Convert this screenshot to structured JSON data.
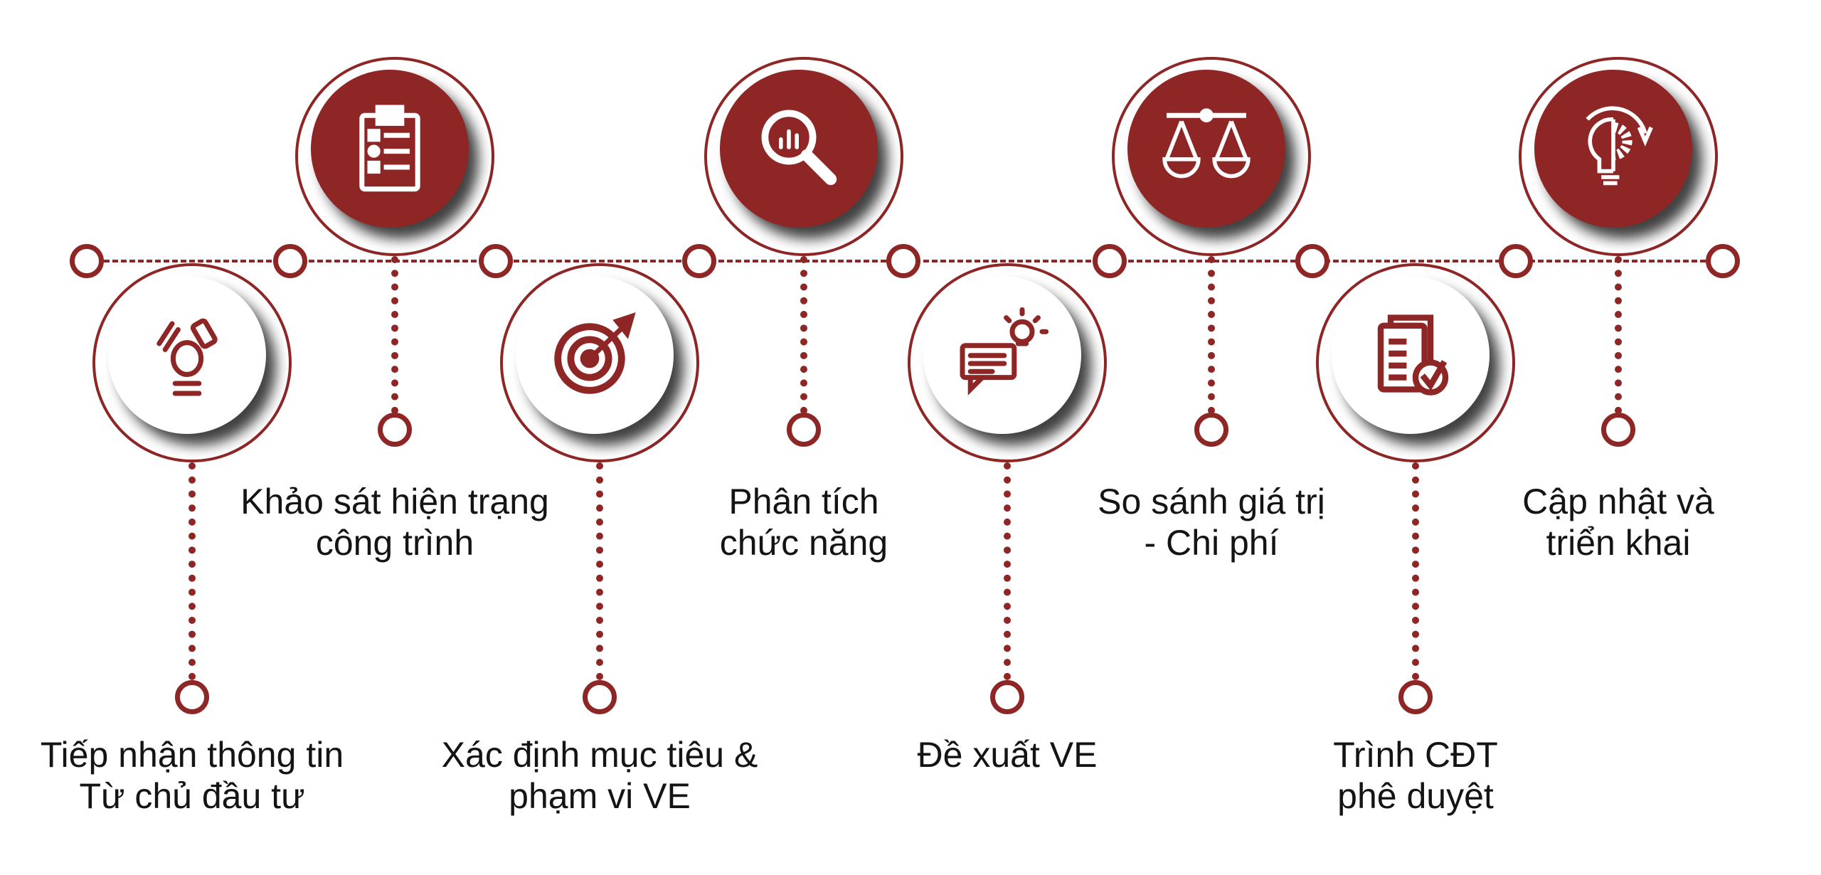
{
  "accent_color": "#8e2626",
  "steps": [
    {
      "position": "bottom",
      "icon": "idea-objects-icon",
      "lines": [
        "Tiếp nhận thông tin",
        "Từ chủ đầu tư"
      ]
    },
    {
      "position": "top",
      "icon": "clipboard-checklist-icon",
      "lines": [
        "Khảo sát hiện trạng",
        "công trình"
      ]
    },
    {
      "position": "bottom",
      "icon": "target-arrow-icon",
      "lines": [
        "Xác định mục tiêu &",
        "phạm vi VE"
      ]
    },
    {
      "position": "top",
      "icon": "magnifier-chart-icon",
      "lines": [
        "Phân tích",
        "chức năng"
      ]
    },
    {
      "position": "bottom",
      "icon": "chat-lightbulb-icon",
      "lines": [
        "Đề xuất VE"
      ]
    },
    {
      "position": "top",
      "icon": "balance-scale-icon",
      "lines": [
        "So sánh giá trị",
        "- Chi phí"
      ]
    },
    {
      "position": "bottom",
      "icon": "document-check-icon",
      "lines": [
        "Trình CĐT",
        "phê duyệt"
      ]
    },
    {
      "position": "top",
      "icon": "lightbulb-gear-icon",
      "lines": [
        "Cập nhật và",
        "triển khai"
      ]
    }
  ]
}
